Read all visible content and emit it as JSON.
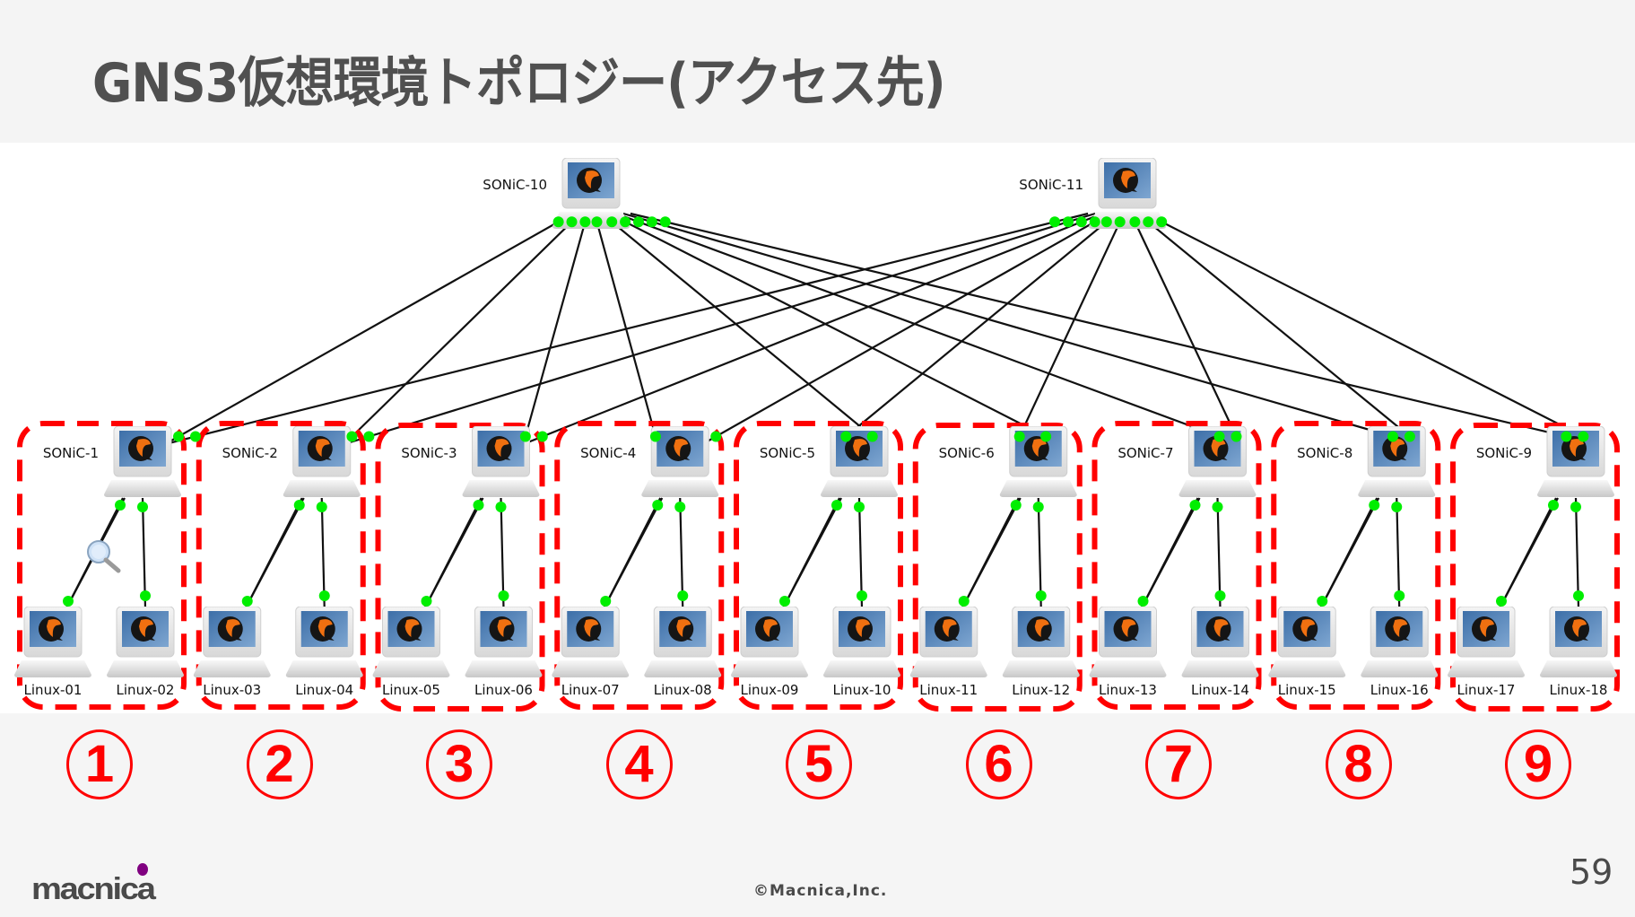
{
  "slide": {
    "title": "GNS3仮想環境トポロジー(アクセス先)",
    "page_number": "59",
    "copyright": "©Macnica,Inc.",
    "logo_text": "macnica"
  },
  "colors": {
    "link": "#111111",
    "port": "#00ee00",
    "group_border": "#ff0000",
    "badge": "#ff0000",
    "logo_dot": "#800080"
  },
  "spines": [
    {
      "name": "SONiC-10"
    },
    {
      "name": "SONiC-11"
    }
  ],
  "leaves": [
    {
      "name": "SONiC-1",
      "group": "①",
      "hosts": [
        "Linux-01",
        "Linux-02"
      ]
    },
    {
      "name": "SONiC-2",
      "group": "②",
      "hosts": [
        "Linux-03",
        "Linux-04"
      ]
    },
    {
      "name": "SONiC-3",
      "group": "③",
      "hosts": [
        "Linux-05",
        "Linux-06"
      ]
    },
    {
      "name": "SONiC-4",
      "group": "④",
      "hosts": [
        "Linux-07",
        "Linux-08"
      ]
    },
    {
      "name": "SONiC-5",
      "group": "⑤",
      "hosts": [
        "Linux-09",
        "Linux-10"
      ]
    },
    {
      "name": "SONiC-6",
      "group": "⑥",
      "hosts": [
        "Linux-11",
        "Linux-12"
      ]
    },
    {
      "name": "SONiC-7",
      "group": "⑦",
      "hosts": [
        "Linux-13",
        "Linux-14"
      ]
    },
    {
      "name": "SONiC-8",
      "group": "⑧",
      "hosts": [
        "Linux-15",
        "Linux-16"
      ]
    },
    {
      "name": "SONiC-9",
      "group": "⑨",
      "hosts": [
        "Linux-17",
        "Linux-18"
      ]
    }
  ],
  "groups": [
    "①",
    "②",
    "③",
    "④",
    "⑤",
    "⑥",
    "⑦",
    "⑧",
    "⑨"
  ]
}
